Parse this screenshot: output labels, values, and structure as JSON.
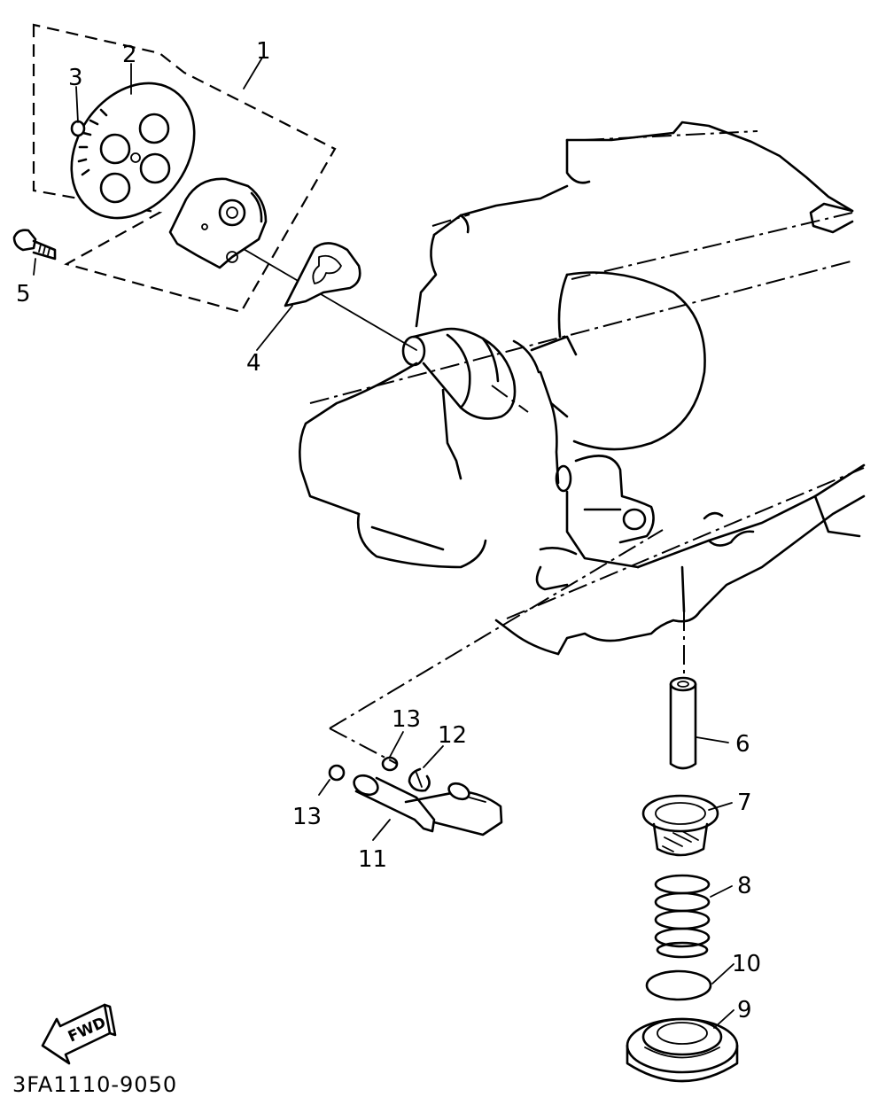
{
  "callouts": [
    {
      "id": "1",
      "label": "1"
    },
    {
      "id": "2",
      "label": "2"
    },
    {
      "id": "3",
      "label": "3"
    },
    {
      "id": "4",
      "label": "4"
    },
    {
      "id": "5",
      "label": "5"
    },
    {
      "id": "6",
      "label": "6"
    },
    {
      "id": "7",
      "label": "7"
    },
    {
      "id": "8",
      "label": "8"
    },
    {
      "id": "9",
      "label": "9"
    },
    {
      "id": "10",
      "label": "10"
    },
    {
      "id": "11",
      "label": "11"
    },
    {
      "id": "12",
      "label": "12"
    },
    {
      "id": "13a",
      "label": "13"
    },
    {
      "id": "13b",
      "label": "13"
    }
  ],
  "direction_marker": {
    "label": "FWD"
  },
  "drawing_code": "3FA1110-9050"
}
